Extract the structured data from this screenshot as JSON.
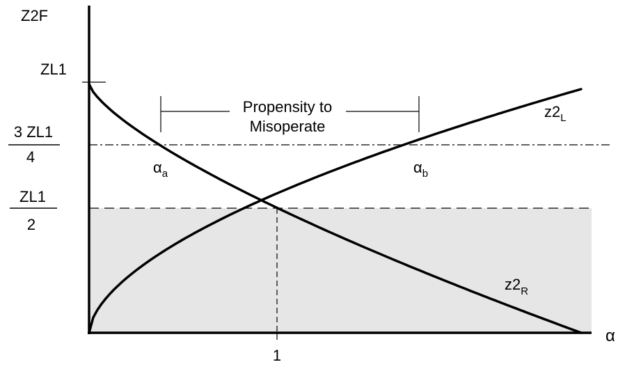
{
  "axes": {
    "y_label": "Z2F",
    "x_label": "α",
    "x_tick": "1"
  },
  "levels": {
    "zl1": {
      "label": "ZL1"
    },
    "three_quarter": {
      "numerator": "3 ZL1",
      "denominator": "4"
    },
    "half": {
      "numerator": "ZL1",
      "denominator": "2"
    }
  },
  "curves": {
    "z2l": {
      "base": "z2",
      "sub": "L"
    },
    "z2r": {
      "base": "z2",
      "sub": "R"
    }
  },
  "alpha_points": {
    "a": {
      "base": "α",
      "sub": "a"
    },
    "b": {
      "base": "α",
      "sub": "b"
    }
  },
  "annotation": {
    "line1": "Propensity to",
    "line2": "Misoperate"
  },
  "colors": {
    "shade": "#e6e6e6",
    "ink": "#000000"
  }
}
